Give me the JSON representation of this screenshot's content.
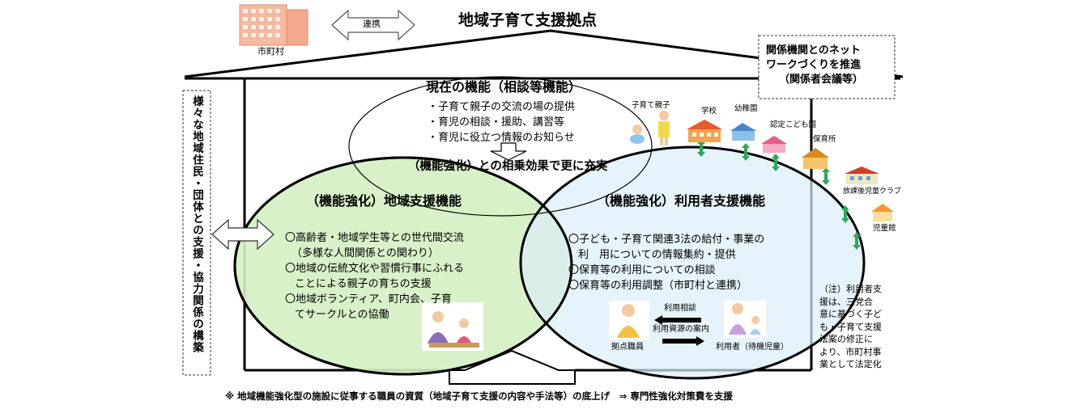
{
  "title": "地域子育て支援拠点",
  "city": {
    "label": "市町村",
    "link_label": "連携"
  },
  "network_box": {
    "line1": "関係機関とのネット",
    "line2": "ワークづくりを推進",
    "line3": "（関係者会議等）"
  },
  "left_box": {
    "text": "様々な地域住民・団体との支援・協力関係の構築"
  },
  "current_function": {
    "heading": "現在の機能（相談等機能）",
    "items": [
      "・子育て親子の交流の場の提供",
      "・育児の相談・援助、講習等",
      "・育児に役立つ情報のお知らせ"
    ]
  },
  "synergy": "（機能強化）との相乗効果で更に充実",
  "regional_support": {
    "heading": "（機能強化）地域支援機能",
    "items": [
      "〇高齢者・地域学生等との世代間交流",
      "（多様な人間関係との関わり）",
      "〇地域の伝統文化や習慣行事にふれる",
      "ことによる親子の育ちの支援",
      "〇地域ボランティア、町内会、子育",
      "てサークルとの協働"
    ]
  },
  "user_support": {
    "heading": "（機能強化）利用者支援機能",
    "items": [
      "〇子ども・子育て関連3法の給付・事業の",
      "利　用についての情報集約・提供",
      "〇保育等の利用についての相談",
      "〇保育等の利用調整（市町村と連携）"
    ],
    "flow": {
      "consult": "利用相談",
      "guide": "利用資源の案内",
      "staff": "拠点職員",
      "user": "利用者（待機児童）"
    }
  },
  "facilities": {
    "parent_child": "子育て親子",
    "school": "学校",
    "kindergarten": "幼稚園",
    "certified": "認定こども園",
    "nursery": "保育所",
    "afterschool": "放課後児童クラブ",
    "children_hall": "児童館"
  },
  "note": [
    "（注）利用者支",
    "援は、三党合",
    "意に基づく子ど",
    "も・子育て支援",
    "法案の修正に",
    "より、市町村事",
    "業として法定化"
  ],
  "footer": "※ 地域機能強化型の施設に従事する職員の資質（地域子育て支援の内容や手法等）の底上げ　⇒ 専門性強化対策費を支援",
  "colors": {
    "green_fill": "#d4f0c2",
    "blue_fill": "#dceef8",
    "building": "#f7b9a0",
    "arrow_green": "#2aa85a"
  }
}
